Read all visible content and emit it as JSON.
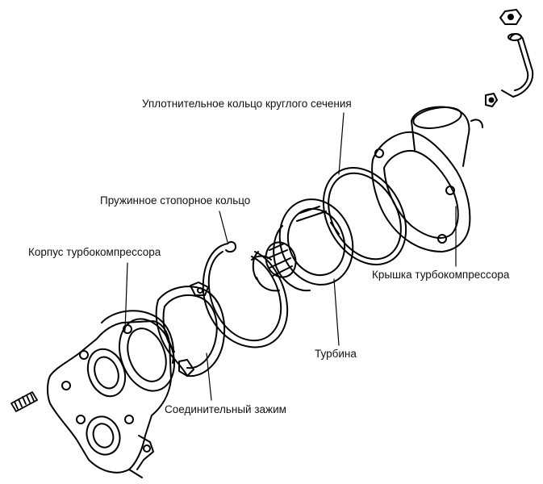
{
  "labels": {
    "o_ring": "Уплотнительное кольцо круглого сечения",
    "snap_ring": "Пружинное стопорное кольцо",
    "housing": "Корпус турбокомпрессора",
    "cover": "Крышка турбокомпрессора",
    "turbine": "Турбина",
    "clamp": "Соединительный зажим"
  }
}
